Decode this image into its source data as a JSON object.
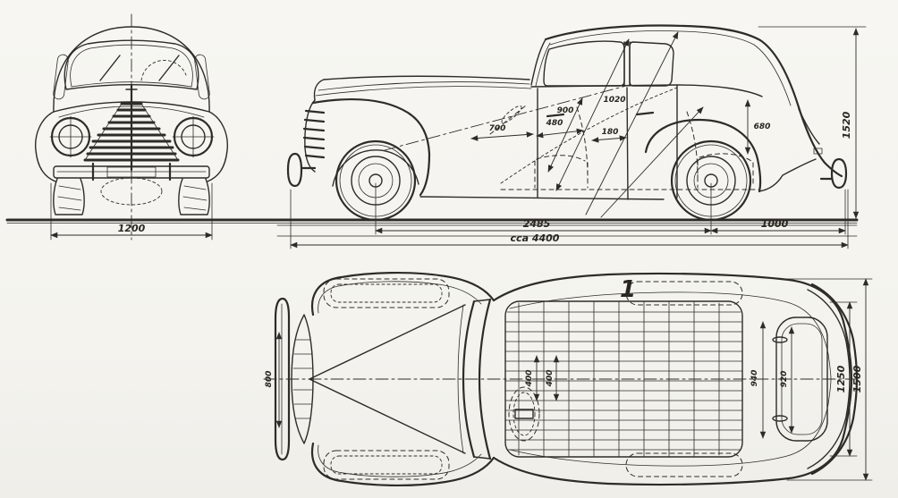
{
  "document": {
    "type": "technical-blueprint",
    "subject": "vintage sedan three-view drawing",
    "views": [
      "front-view",
      "side-view",
      "top-view"
    ]
  },
  "colors": {
    "paper": "#f7f6f2",
    "ink": "#2e2c28"
  },
  "front": {
    "track_width": "1200"
  },
  "side": {
    "wheelbase": "2485",
    "overall_length": "cca 4400",
    "rear_overhang": "1000",
    "overall_height": "1520",
    "interior_dims": {
      "a": "700",
      "b": "480",
      "c": "900",
      "d": "1020",
      "e": "180",
      "f": "680"
    }
  },
  "top": {
    "section_mark": "1",
    "front_width": "800",
    "tunnel_dims": {
      "a": "400",
      "b": "400"
    },
    "rear_dims": {
      "a": "940",
      "b": "920"
    },
    "body_width": "1250",
    "overall_width": "1500"
  }
}
